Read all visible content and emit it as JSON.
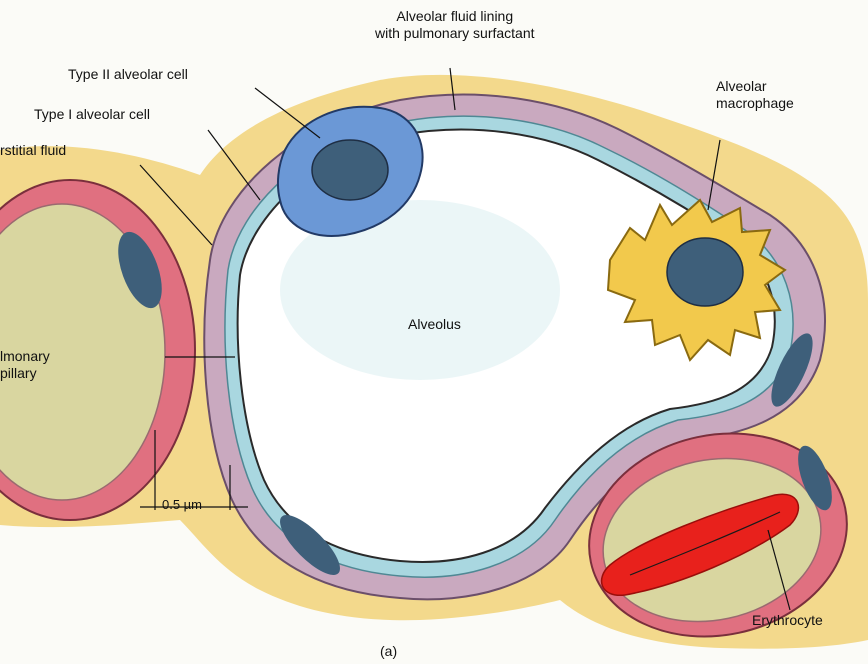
{
  "labels": {
    "fluid_lining": [
      "Alveolar fluid lining",
      "with pulmonary surfactant"
    ],
    "type_ii": "Type II alveolar cell",
    "type_i": "Type I alveolar cell",
    "interstitial": "rstitial fluid",
    "macrophage": [
      "Alveolar",
      "macrophage"
    ],
    "alveolus": "Alveolus",
    "capillary": [
      "lmonary",
      "pillary"
    ],
    "scale": "0.5 µm",
    "erythrocyte": "Erythrocyte",
    "panel": "(a)"
  },
  "colors": {
    "tissue": "#f3d98c",
    "wall": "#c9a9bf",
    "wall_outline": "#6b4f6a",
    "fluid_lining": "#a9d7e0",
    "alveolus_space": "#ffffff",
    "type_ii_cell": "#6b98d6",
    "macrophage": "#f2c94c",
    "capillary_wall": "#e07080",
    "plasma": "#d9d6a0",
    "erythrocyte": "#e8211c",
    "nucleus": "#3e5f7a"
  }
}
